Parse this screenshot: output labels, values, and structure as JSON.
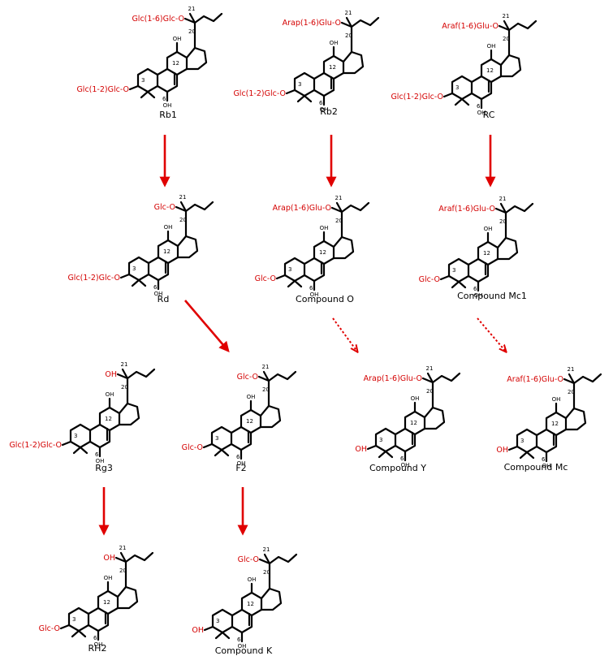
{
  "compounds": [
    {
      "name": "Rb1",
      "top": "Glc(1-6)Glc-O",
      "bottom": "Glc(1-2)Glc-O",
      "oh12": "OH",
      "oh6": "OH",
      "c21": "21",
      "c20": "20",
      "c12": "12",
      "c6": "6",
      "c3": "3"
    },
    {
      "name": "Rb2",
      "top": "Arap(1-6)Glu-O",
      "bottom": "Glc(1-2)Glc-O",
      "oh12": "OH",
      "oh6": "OH",
      "c21": "21",
      "c20": "20",
      "c12": "12",
      "c6": "6",
      "c3": "3"
    },
    {
      "name": "RC",
      "top": "Araf(1-6)Glu-O",
      "bottom": "Glc(1-2)Glc-O",
      "oh12": "OH",
      "oh6": "OH",
      "c21": "21",
      "c20": "20",
      "c12": "12",
      "c6": "6",
      "c3": "3"
    },
    {
      "name": "Rd",
      "top": "Glc-O",
      "bottom": "Glc(1-2)Glc-O",
      "oh12": "OH",
      "oh6": "OH",
      "c21": "21",
      "c20": "20",
      "c12": "12",
      "c6": "6",
      "c3": "3"
    },
    {
      "name": "Compound O",
      "top": "Arap(1-6)Glu-O",
      "bottom": "Glc-O",
      "oh12": "OH",
      "oh6": "OH",
      "c21": "21",
      "c20": "20",
      "c12": "12",
      "c6": "6",
      "c3": "3"
    },
    {
      "name": "Compound Mc1",
      "top": "Araf(1-6)Glu-O",
      "bottom": "Glc-O",
      "oh12": "OH",
      "oh6": "OH",
      "c21": "21",
      "c20": "20",
      "c12": "12",
      "c6": "6",
      "c3": "3"
    },
    {
      "name": "Rg3",
      "top": "OH",
      "bottom": "Glc(1-2)Glc-O",
      "oh12": "OH",
      "oh6": "OH",
      "c21": "21",
      "c20": "20",
      "c12": "12",
      "c6": "6",
      "c3": "3"
    },
    {
      "name": "F2",
      "top": "Glc-O",
      "bottom": "Glc-O",
      "oh12": "OH",
      "oh6": "OH",
      "c21": "21",
      "c20": "20",
      "c12": "12",
      "c6": "6",
      "c3": "3"
    },
    {
      "name": "Compound Y",
      "top": "Arap(1-6)Glu-O",
      "bottom": "OH",
      "oh12": "OH",
      "oh6": "OH",
      "c21": "21",
      "c20": "20",
      "c12": "12",
      "c6": "6",
      "c3": "3"
    },
    {
      "name": "Compound Mc",
      "top": "Araf(1-6)Glu-O",
      "bottom": "OH",
      "oh12": "OH",
      "oh6": "OH",
      "c21": "21",
      "c20": "20",
      "c12": "12",
      "c6": "6",
      "c3": "3"
    },
    {
      "name": "RH2",
      "top": "OH",
      "bottom": "Glc-O",
      "oh12": "OH",
      "oh6": "OH",
      "c21": "21",
      "c20": "20",
      "c12": "12",
      "c6": "6",
      "c3": "3"
    },
    {
      "name": "Compound K",
      "top": "Glc-O",
      "bottom": "OH",
      "oh12": "OH",
      "oh6": "OH",
      "c21": "21",
      "c20": "20",
      "c12": "12",
      "c6": "6",
      "c3": "3"
    }
  ],
  "arrows": [
    {
      "from": "Rb1",
      "to": "Rd",
      "style": "solid"
    },
    {
      "from": "Rb2",
      "to": "Compound O",
      "style": "solid"
    },
    {
      "from": "RC",
      "to": "Compound Mc1",
      "style": "solid"
    },
    {
      "from": "Rd",
      "to": "F2",
      "style": "solid"
    },
    {
      "from": "Compound O",
      "to": "Compound Y",
      "style": "dotted"
    },
    {
      "from": "Compound Mc1",
      "to": "Compound Mc",
      "style": "dotted"
    },
    {
      "from": "Rg3",
      "to": "RH2",
      "style": "solid"
    },
    {
      "from": "F2",
      "to": "Compound K",
      "style": "solid"
    }
  ],
  "colors": {
    "substituent": "#d40000",
    "arrow": "#e00000",
    "bond": "#000000"
  }
}
